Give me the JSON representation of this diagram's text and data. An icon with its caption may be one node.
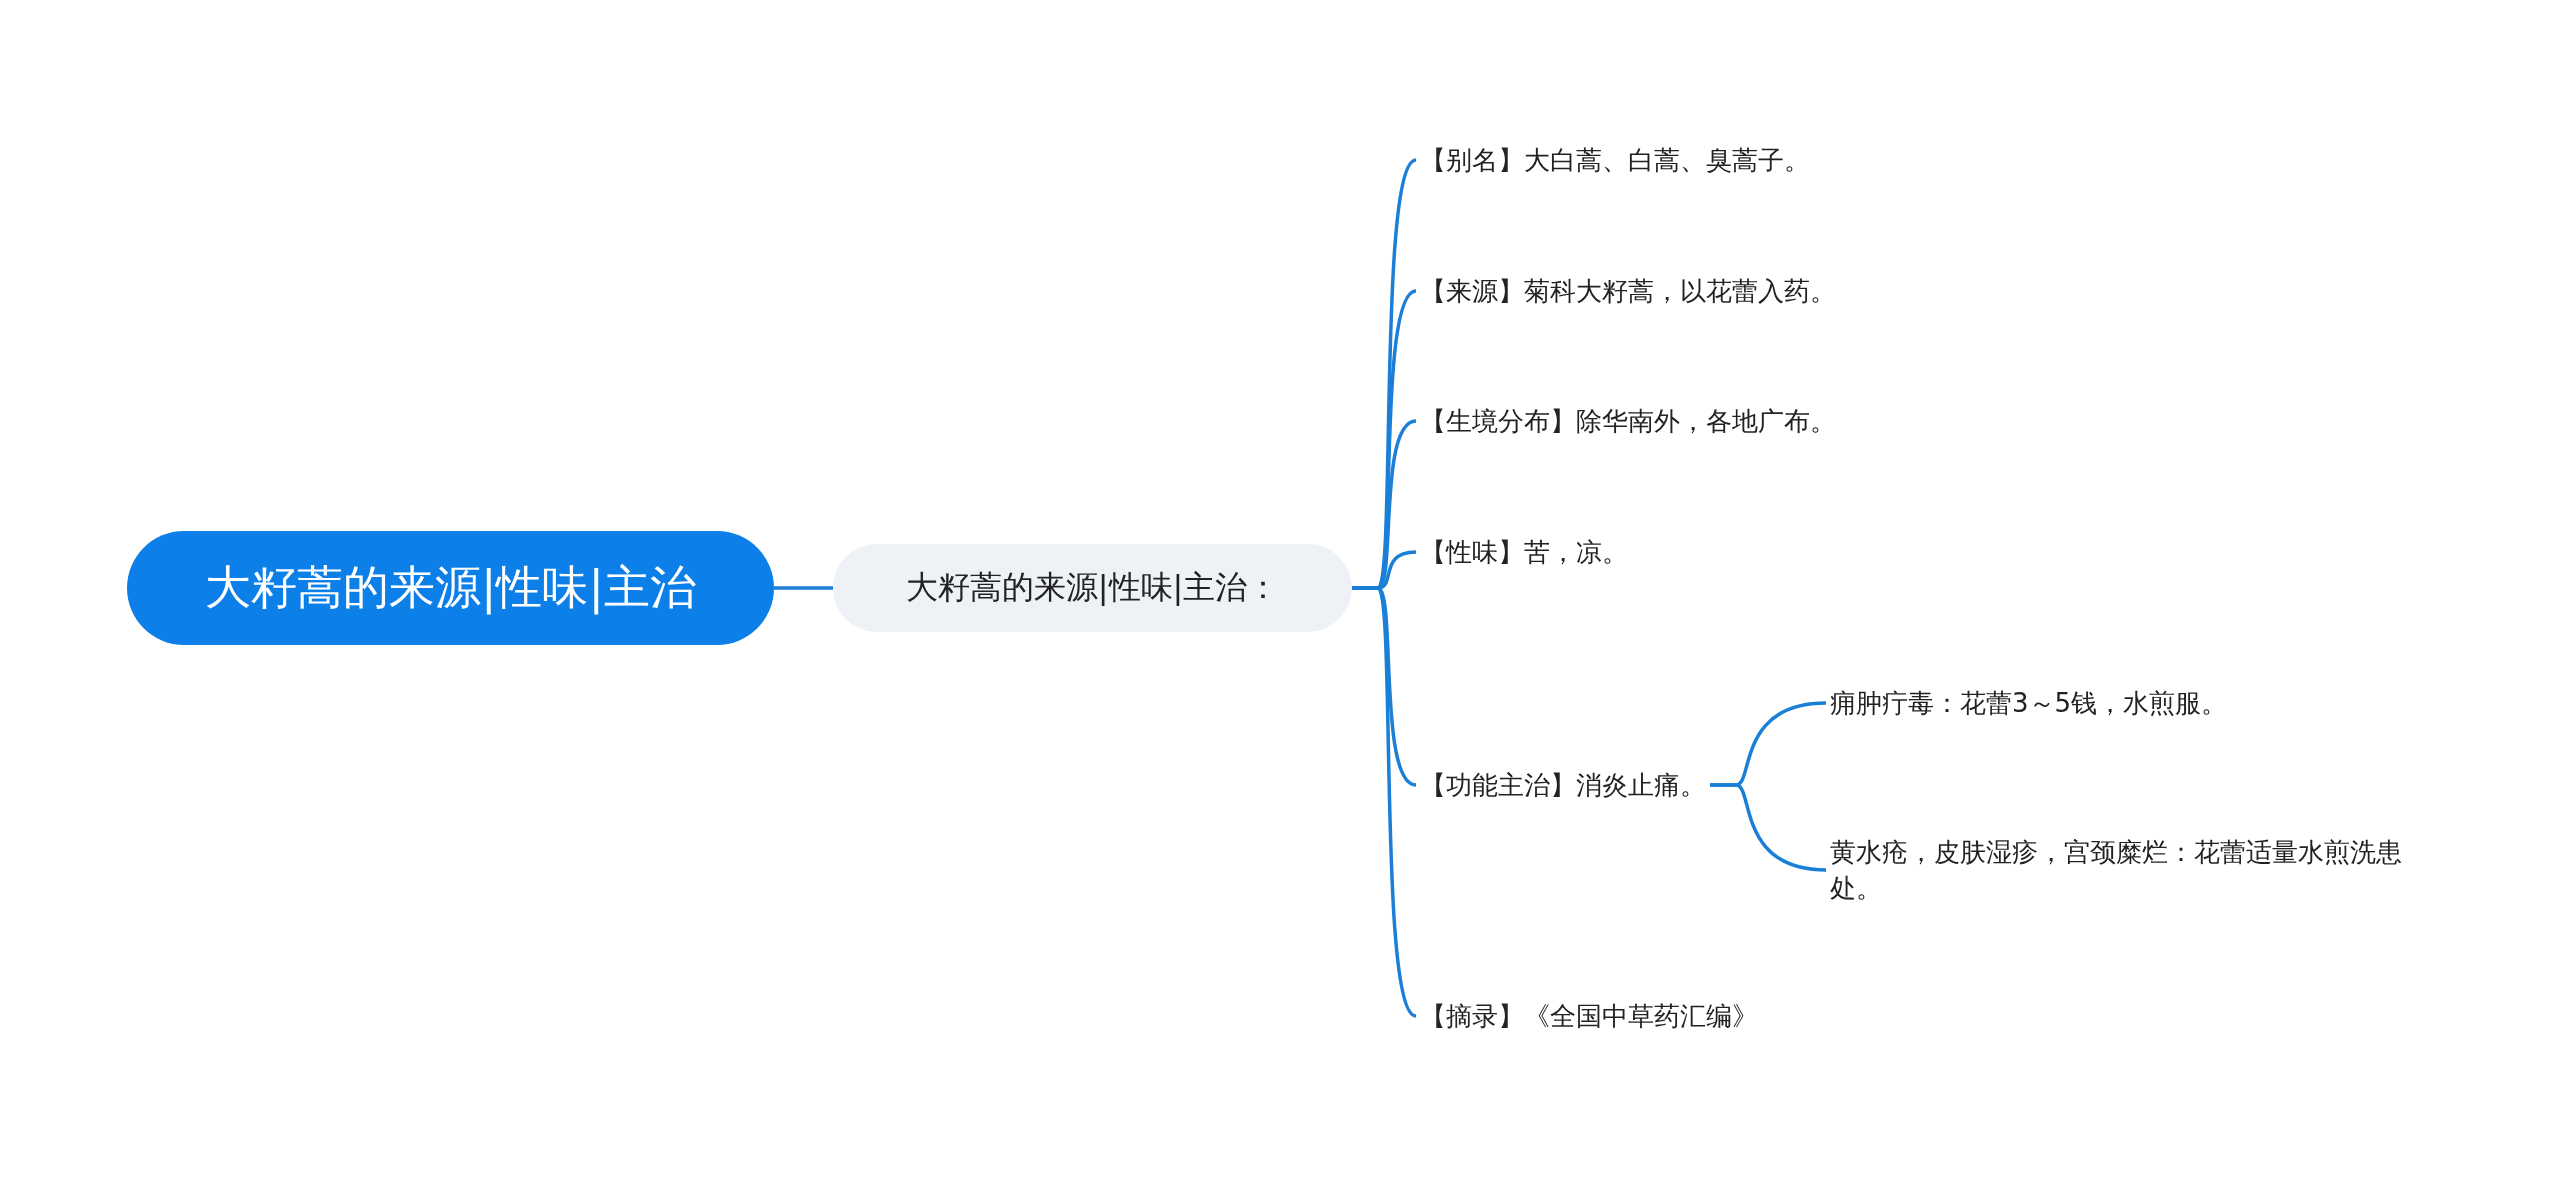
{
  "diagram": {
    "nodes": [
      {
        "text": [
          "大籽蒿的来源|性味|主治"
        ]
      },
      {
        "text": [
          "大籽蒿的来源|性味|主治："
        ]
      },
      {
        "text": [
          "【别名】大白蒿、白蒿、臭蒿子。"
        ]
      },
      {
        "text": [
          "【来源】菊科大籽蒿，以花蕾入药。"
        ]
      },
      {
        "text": [
          "【生境分布】除华南外，各地广布。"
        ]
      },
      {
        "text": [
          "【性味】苦，凉。"
        ]
      },
      {
        "text": [
          "【功能主治】消炎止痛。"
        ]
      },
      {
        "text": [
          "痈肿疔毒：花蕾3～5钱，水煎服。"
        ]
      },
      {
        "text": [
          "黄水疮，皮肤湿疹，宫颈糜烂：花蕾适量水煎洗患处。"
        ]
      },
      {
        "text": [
          "【摘录】《全国中草药汇编》"
        ]
      }
    ],
    "edges": [
      {
        "from": 0,
        "to": 1,
        "arrow": "none"
      },
      {
        "from": 1,
        "to": 2,
        "arrow": "none"
      },
      {
        "from": 1,
        "to": 3,
        "arrow": "none"
      },
      {
        "from": 1,
        "to": 4,
        "arrow": "none"
      },
      {
        "from": 1,
        "to": 5,
        "arrow": "none"
      },
      {
        "from": 1,
        "to": 6,
        "arrow": "none"
      },
      {
        "from": 6,
        "to": 7,
        "arrow": "none"
      },
      {
        "from": 6,
        "to": 8,
        "arrow": "none"
      },
      {
        "from": 1,
        "to": 9,
        "arrow": "none"
      }
    ]
  }
}
